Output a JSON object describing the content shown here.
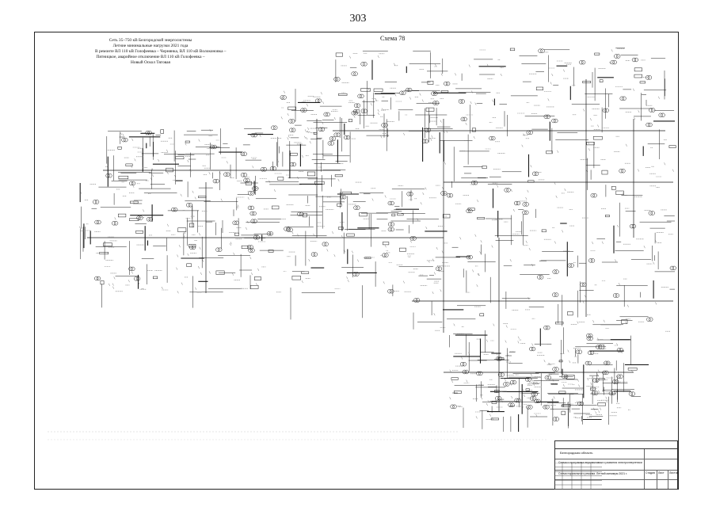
{
  "page": {
    "number": "303"
  },
  "scheme": {
    "label": "Схема 78",
    "title_lines": [
      "Сеть 35–750 кВ Белгородской энергосистемы",
      "Летние минимальные нагрузки 2021 года",
      "В ремонте ВЛ 110 кВ Голофеевка – Чернянка, ВЛ 110 кВ Волоконовка –",
      "Пятницкое, аварийное отключение ВЛ 110 кВ Голофеевка –",
      "Новый Оскол Тяговая"
    ]
  },
  "stamp": {
    "org": "Белгородская область",
    "sub": "Схема и программа перспективного развития электроэнергетики",
    "doc": "Схема нормального режима. Летний минимум 2021 г.",
    "fields": [
      "Стадия",
      "Лист",
      "Листов"
    ]
  },
  "colors": {
    "ink": "#1a1a1a",
    "paper": "#ffffff"
  }
}
